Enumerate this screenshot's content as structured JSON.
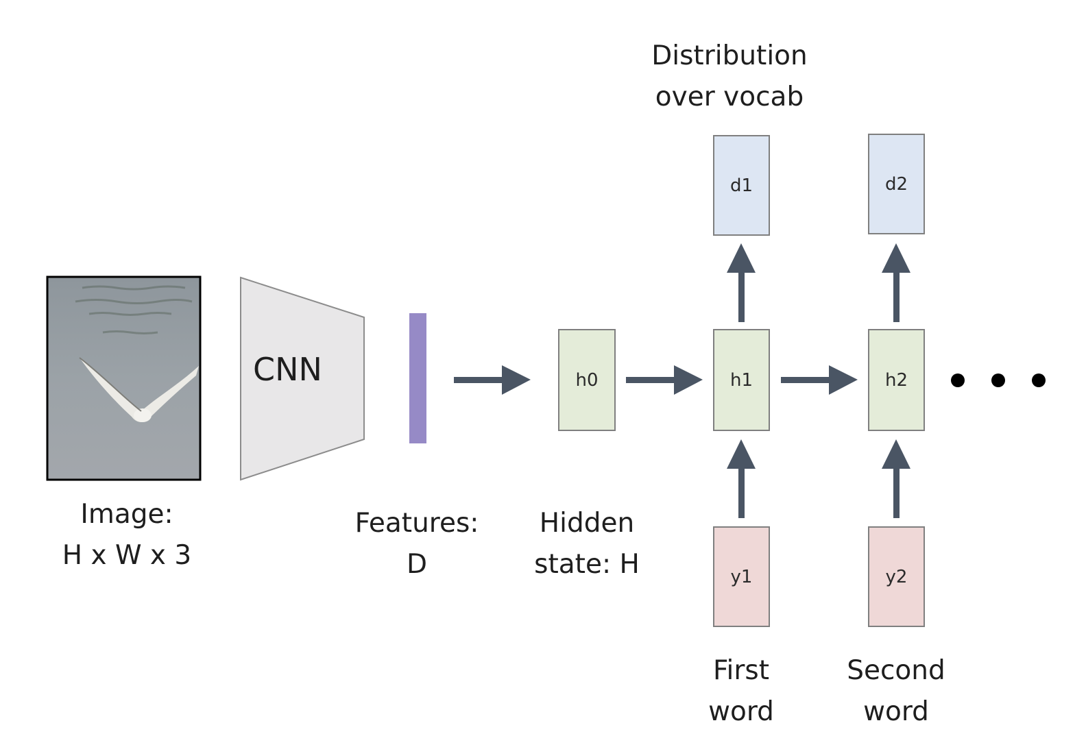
{
  "image_label": [
    "Image:",
    "H x W x 3"
  ],
  "cnn_label": "CNN",
  "features_label": [
    "Features:",
    "D"
  ],
  "hidden_label": [
    "Hidden",
    "state: H"
  ],
  "distribution_label": [
    "Distribution",
    "over vocab"
  ],
  "hidden_nodes": [
    "h0",
    "h1",
    "h2"
  ],
  "output_nodes": [
    "d1",
    "d2"
  ],
  "input_nodes": [
    "y1",
    "y2"
  ],
  "word_labels": [
    [
      "First",
      "word"
    ],
    [
      "Second",
      "word"
    ]
  ],
  "colors": {
    "hidden": "#e4ecd9",
    "output": "#dde6f3",
    "input": "#efd8d7",
    "feature_bar": "#968ac6",
    "arrow": "#4a5564",
    "cnn": "#e8e7e8"
  }
}
